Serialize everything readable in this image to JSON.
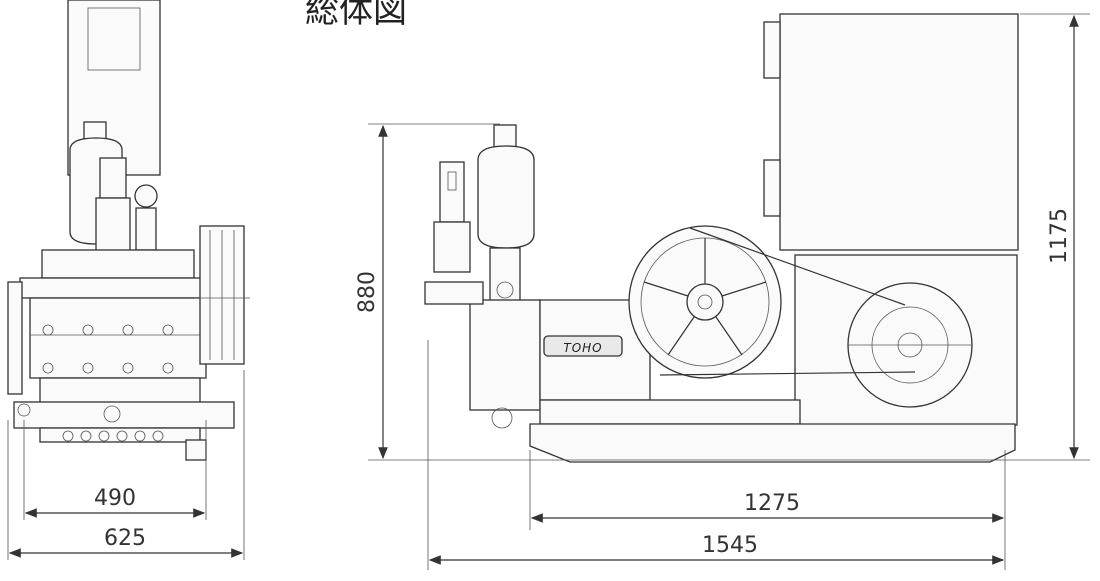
{
  "title": "総体図",
  "brand": "TOHO",
  "dimensions": {
    "front_width_inner": "490",
    "front_width_outer": "625",
    "pump_height": "880",
    "total_height": "1175",
    "base_length": "1275",
    "total_length": "1545"
  }
}
